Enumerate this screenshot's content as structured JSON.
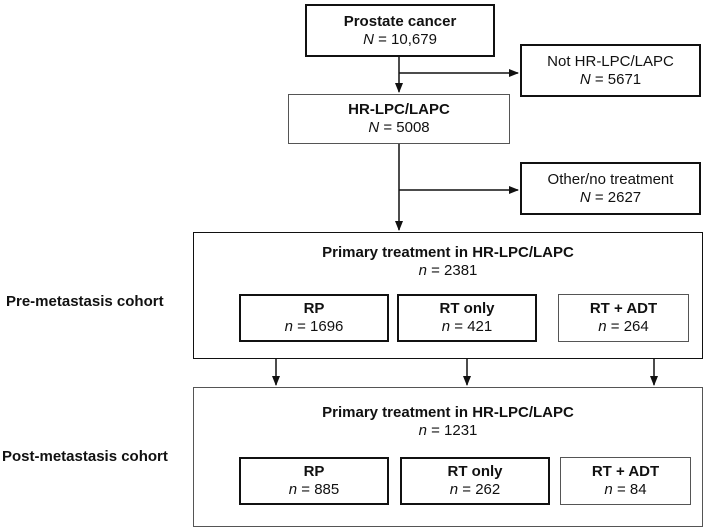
{
  "nodes": {
    "prostate": {
      "label": "Prostate cancer",
      "var": "N",
      "value": "10,679"
    },
    "not_hr": {
      "label": "Not HR-LPC/LAPC",
      "var": "N",
      "value": "5671"
    },
    "hr": {
      "label": "HR-LPC/LAPC",
      "var": "N",
      "value": "5008"
    },
    "other": {
      "label": "Other/no treatment",
      "var": "N",
      "value": "2627"
    }
  },
  "pre": {
    "cohort_label": "Pre-metastasis cohort",
    "title": "Primary treatment in HR-LPC/LAPC",
    "var": "n",
    "value": "2381",
    "treatments": [
      {
        "label": "RP",
        "var": "n",
        "value": "1696"
      },
      {
        "label": "RT only",
        "var": "n",
        "value": "421"
      },
      {
        "label": "RT + ADT",
        "var": "n",
        "value": "264"
      }
    ]
  },
  "post": {
    "cohort_label": "Post-metastasis cohort",
    "title": "Primary treatment in HR-LPC/LAPC",
    "var": "n",
    "value": "1231",
    "treatments": [
      {
        "label": "RP",
        "var": "n",
        "value": "885"
      },
      {
        "label": "RT only",
        "var": "n",
        "value": "262"
      },
      {
        "label": "RT + ADT",
        "var": "n",
        "value": "84"
      }
    ]
  },
  "equals": "="
}
